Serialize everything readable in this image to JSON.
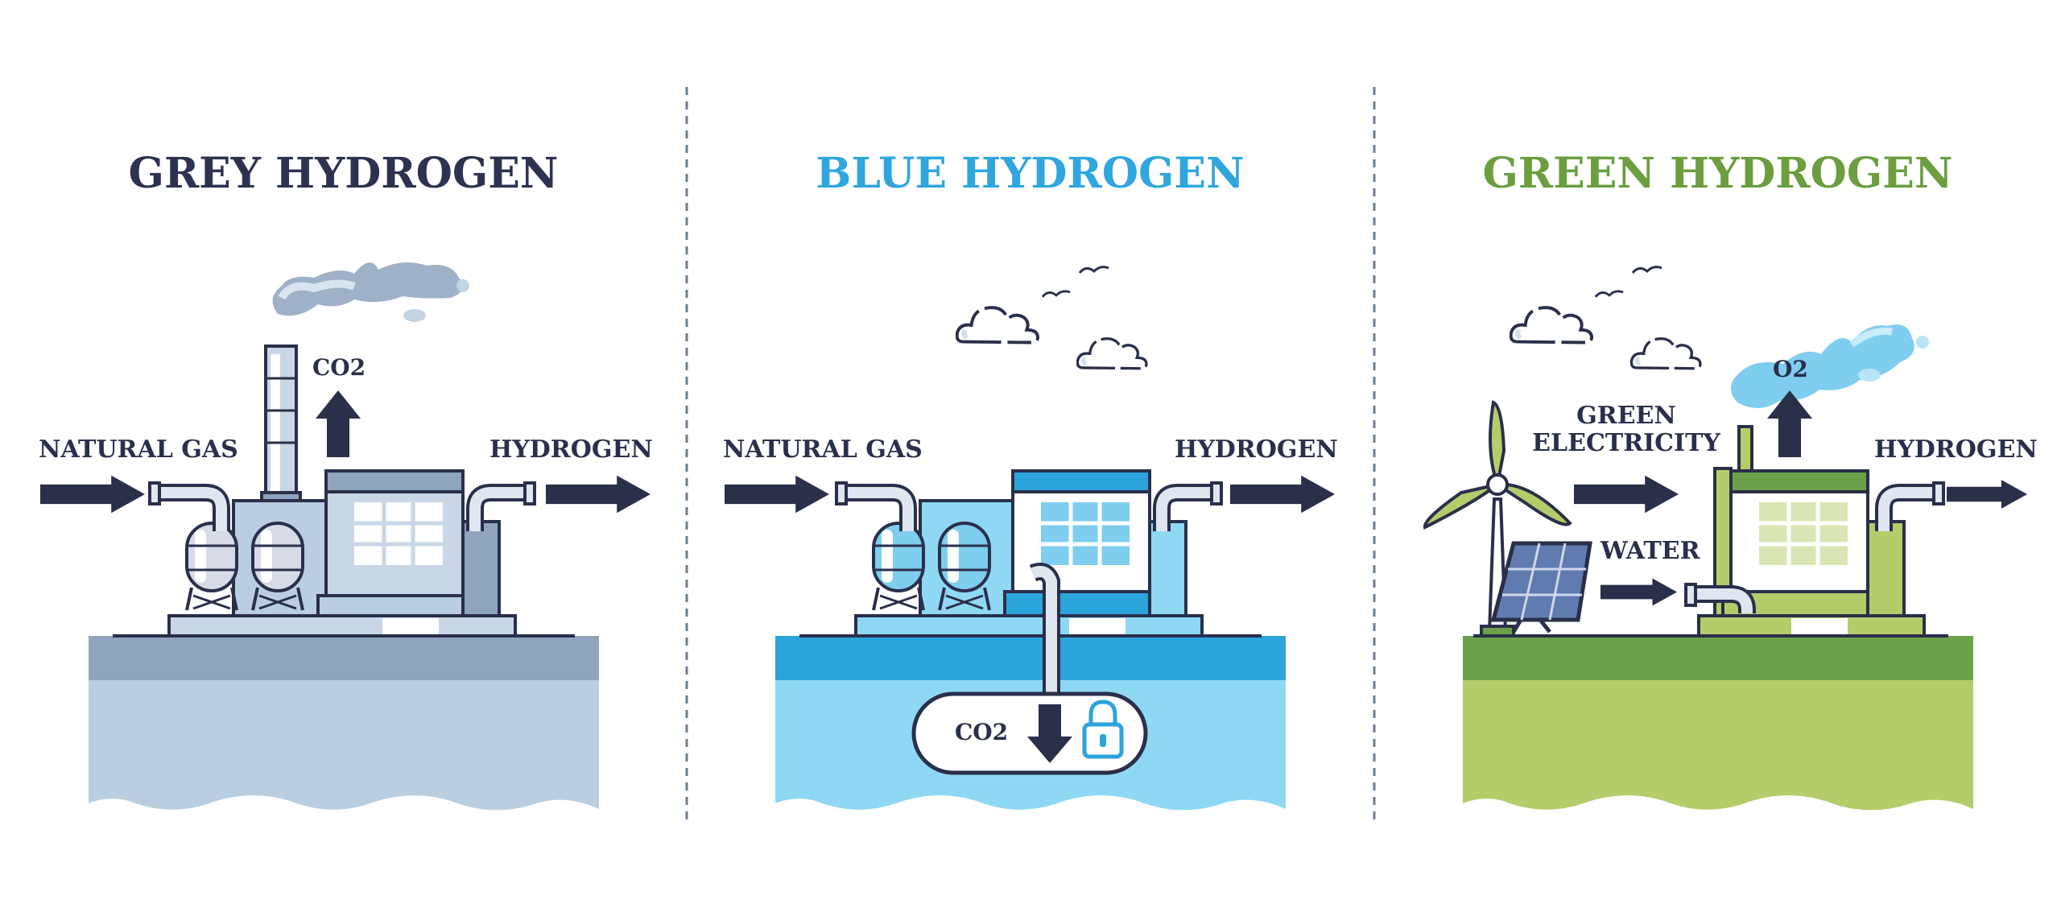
{
  "panels": [
    {
      "title": "GREY HYDROGEN",
      "title_color": "#2d3250",
      "input_label": "NATURAL GAS",
      "output_label": "HYDROGEN",
      "emission_label": "CO2"
    },
    {
      "title": "BLUE HYDROGEN",
      "title_color": "#2fa6de",
      "input_label": "NATURAL GAS",
      "output_label": "HYDROGEN",
      "storage_label": "CO2"
    },
    {
      "title": "GREEN HYDROGEN",
      "title_color": "#6a9e3f",
      "input_label_1": "GREEN ELECTRICITY",
      "input_label_2": "WATER",
      "output_label": "HYDROGEN",
      "emission_label": "O2"
    }
  ],
  "icons": [
    "factory-icon",
    "smoke-cloud-icon",
    "arrow-right-icon",
    "arrow-up-icon",
    "arrow-down-icon",
    "lock-icon",
    "wind-turbine-icon",
    "solar-panel-icon",
    "cloud-icon",
    "bird-icon"
  ],
  "colors": {
    "dark": "#2a2f4a",
    "grey_ground": "#8fa4bd",
    "grey_soil": "#b9cee0",
    "blue_ground": "#2ba4dc",
    "blue_soil": "#8ed8f3",
    "green_ground": "#6ba14a",
    "green_soil": "#b5cc6a"
  }
}
